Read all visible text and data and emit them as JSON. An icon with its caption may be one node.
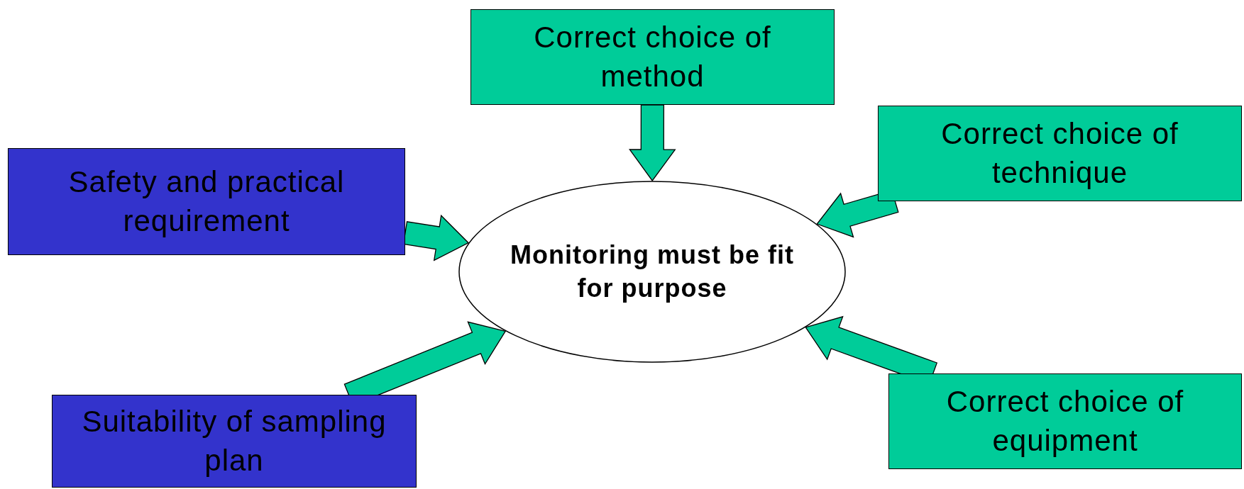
{
  "diagram": {
    "nodes": [
      {
        "text": [
          "Correct choice of method"
        ]
      },
      {
        "text": [
          "Safety and practical requirement"
        ]
      },
      {
        "text": [
          "Correct choice of technique"
        ]
      },
      {
        "text": [
          "Monitoring must be fit for purpose"
        ]
      },
      {
        "text": [
          "Suitability of sampling plan"
        ]
      },
      {
        "text": [
          "Correct choice of equipment"
        ]
      }
    ],
    "edges": [
      {
        "from": 0,
        "to": 3,
        "arrow": "to"
      },
      {
        "from": 1,
        "to": 3,
        "arrow": "to"
      },
      {
        "from": 2,
        "to": 3,
        "arrow": "to"
      },
      {
        "from": 4,
        "to": 3,
        "arrow": "to"
      },
      {
        "from": 5,
        "to": 3,
        "arrow": "to"
      }
    ]
  }
}
